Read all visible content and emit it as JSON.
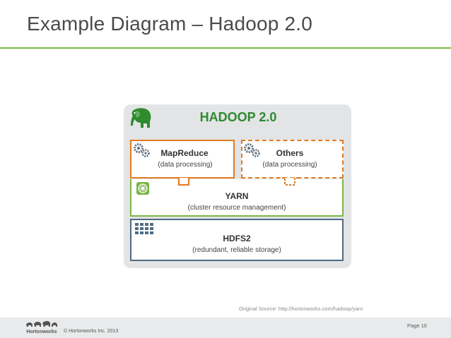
{
  "slide": {
    "title": "Example Diagram – Hadoop 2.0"
  },
  "diagram": {
    "hadoop_title": "HADOOP 2.0",
    "mapreduce": {
      "title": "MapReduce",
      "subtitle": "(data processing)"
    },
    "others": {
      "title": "Others",
      "subtitle": "(data processing)"
    },
    "yarn": {
      "title": "YARN",
      "subtitle": "(cluster resource management)"
    },
    "hdfs": {
      "title": "HDFS2",
      "subtitle": "(redundant, reliable storage)"
    },
    "colors": {
      "processing_border": "#e07b22",
      "yarn_border": "#7ab648",
      "hdfs_border": "#4f6b82",
      "accent_green": "#2e8b2e"
    },
    "icons": [
      "elephant-icon",
      "gears-icon",
      "cluster-icon",
      "grid-storage-icon"
    ]
  },
  "source_note": "Original Source: http://hortonworks.com/hadoop/yarn",
  "footer": {
    "copyright": "© Hortonworks Inc. 2013",
    "page": "Page 10",
    "logo_text": "Hortonworks"
  }
}
